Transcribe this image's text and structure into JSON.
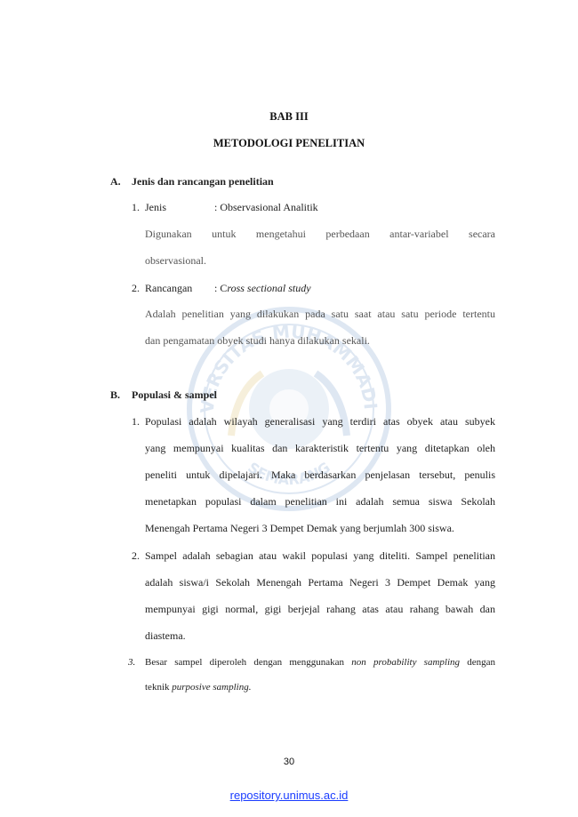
{
  "chapter": "BAB III",
  "title": "METODOLOGI PENELITIAN",
  "section_a": {
    "letter": "A.",
    "title": "Jenis dan rancangan penelitian",
    "item1": {
      "num": "1.",
      "label": "Jenis",
      "value": ": Observasional Analitik",
      "desc_line1": "Digunakan untuk mengetahui perbedaan antar-variabel secara",
      "desc_line2": "observasional."
    },
    "item2": {
      "num": "2.",
      "label": "Rancangan",
      "value_prefix": ": C",
      "value_italic": "ross sectional study",
      "desc_line1": "Adalah penelitian yang dilakukan pada satu saat atau satu periode tertentu",
      "desc_line2": "dan pengamatan obyek studi hanya dilakukan sekali."
    }
  },
  "section_b": {
    "letter": "B.",
    "title": "Populasi & sampel",
    "item1": {
      "num": "1.",
      "lines": [
        "Populasi adalah wilayah generalisasi yang terdiri atas obyek atau subyek",
        "yang mempunyai kualitas dan karakteristik tertentu yang ditetapkan oleh",
        "peneliti untuk dipelajari. Maka berdasarkan penjelasan tersebut, penulis",
        "menetapkan populasi dalam penelitian ini adalah semua siswa Sekolah",
        "Menengah Pertama Negeri 3 Dempet Demak yang berjumlah 300 siswa."
      ]
    },
    "item2": {
      "num": "2.",
      "lines": [
        "Sampel adalah sebagian atau wakil populasi yang diteliti. Sampel penelitian",
        "adalah siswa/i Sekolah Menengah Pertama Negeri 3 Dempet Demak yang",
        "mempunyai gigi normal, gigi berjejal rahang atas atau rahang bawah dan",
        "diastema."
      ]
    },
    "item3": {
      "num": "3.",
      "line1_a": "Besar sampel diperoleh dengan menggunakan ",
      "line1_i": "non probability sampling",
      "line1_b": " dengan",
      "line2_a": "teknik ",
      "line2_i": "purposive sampling."
    }
  },
  "watermark": {
    "top_text": "UNIVERSITAS MUHAMMADIYAH",
    "bottom_text": "SEMARANG",
    "color": "#3a6fb5"
  },
  "page_number": "30",
  "footer_link": "repository.unimus.ac.id"
}
